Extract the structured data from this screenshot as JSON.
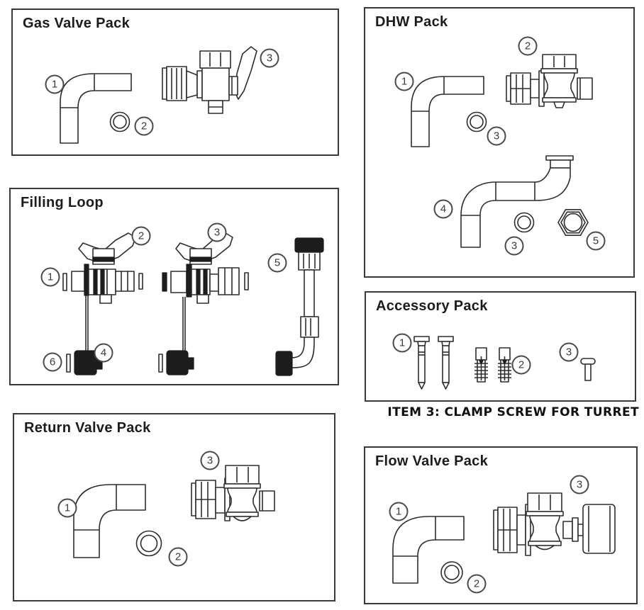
{
  "page": {
    "background": "#ffffff",
    "line_color": "#2d2d2d",
    "fill_color": "#1d1d1d"
  },
  "panels": {
    "gas_valve_pack": {
      "title": "Gas Valve Pack",
      "callouts": [
        "1",
        "2",
        "3"
      ]
    },
    "dhw_pack": {
      "title": "DHW Pack",
      "callouts": [
        "1",
        "2",
        "3",
        "4",
        "3",
        "5"
      ]
    },
    "filling_loop": {
      "title": "Filling Loop",
      "callouts": [
        "1",
        "2",
        "3",
        "4",
        "5",
        "6"
      ]
    },
    "accessory_pack": {
      "title": "Accessory Pack",
      "callouts": [
        "1",
        "2",
        "3"
      ],
      "caption": "ITEM 3: CLAMP SCREW FOR TURRET"
    },
    "return_valve_pack": {
      "title": "Return Valve Pack",
      "callouts": [
        "1",
        "2",
        "3"
      ]
    },
    "flow_valve_pack": {
      "title": "Flow Valve Pack",
      "callouts": [
        "1",
        "2",
        "3"
      ]
    }
  }
}
